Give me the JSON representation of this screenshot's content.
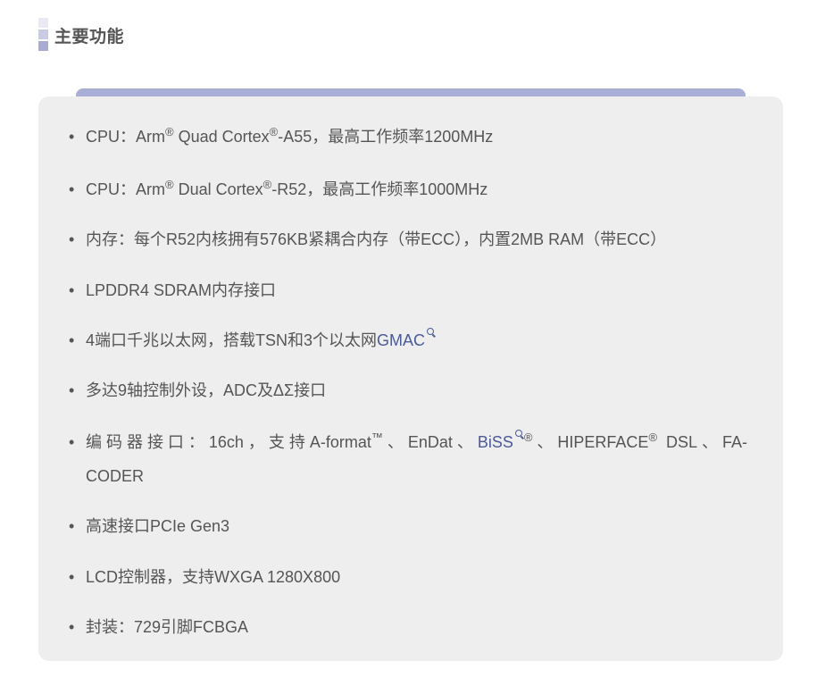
{
  "section": {
    "title": "主要功能"
  },
  "features": [
    {
      "parts": [
        "CPU：Arm",
        "®",
        " Quad Cortex",
        "®",
        "-A55，最高工作频率1200MHz"
      ]
    },
    {
      "parts": [
        "CPU：Arm",
        "®",
        " Dual Cortex",
        "®",
        "-R52，最高工作频率1000MHz"
      ]
    },
    {
      "text": "内存：每个R52内核拥有576KB紧耦合内存（带ECC），内置2MB RAM（带ECC）"
    },
    {
      "text": "LPDDR4 SDRAM内存接口"
    },
    {
      "text_before": "4端口千兆以太网，搭载TSN和3个以太网",
      "link": "GMAC"
    },
    {
      "text": "多达9轴控制外设，ADC及ΔΣ接口"
    },
    {
      "line1_a": "编码器接口：16ch，支持A-format",
      "tm": "™",
      "line1_b": "、EnDat、",
      "link": "BiSS",
      "reg1": "®",
      "line1_c": "、HIPERFACE",
      "reg2": "®",
      "line1_d": " DSL、FA-",
      "line2": "CODER"
    },
    {
      "text": "高速接口PCIe Gen3"
    },
    {
      "text": "LCD控制器，支持WXGA 1280X800"
    },
    {
      "text": "封装：729引脚FCBGA"
    }
  ],
  "bullet": "•",
  "colors": {
    "text": "#555555",
    "link": "#4a5a9a",
    "tab_bar": "#a9aed6",
    "box_bg": "#eeeeee"
  }
}
